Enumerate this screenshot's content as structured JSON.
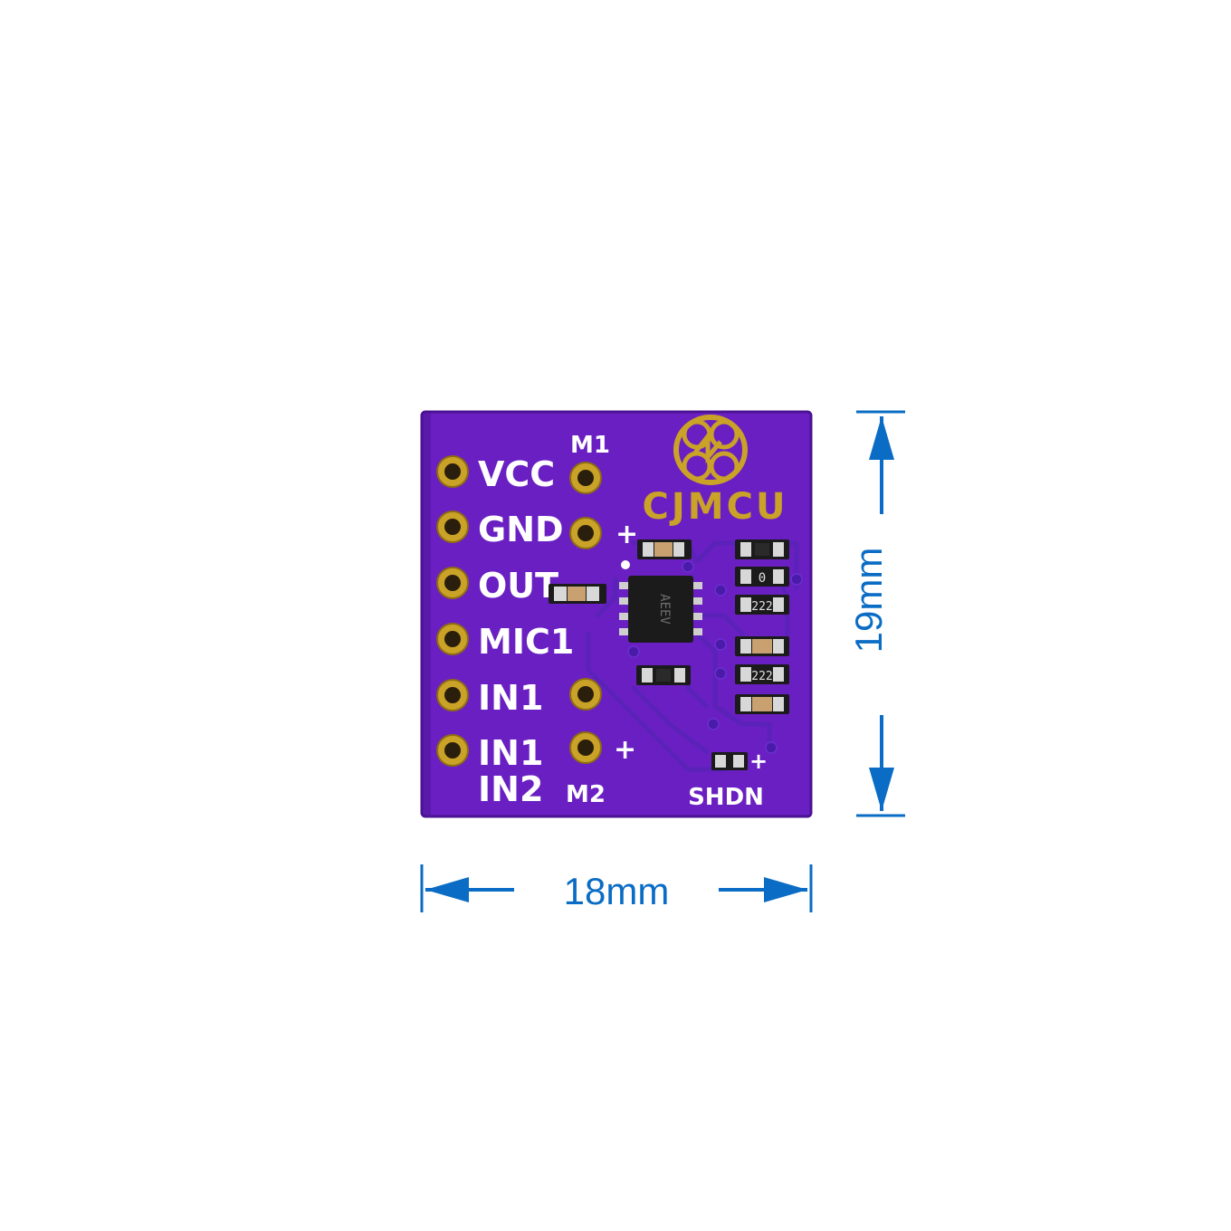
{
  "board": {
    "brand": "CJMCU",
    "left_labels": [
      "VCC",
      "GND",
      "OUT",
      "MIC1",
      "IN1",
      "IN1",
      "IN2"
    ],
    "m1_label": "M1",
    "m2_label": "M2",
    "shdn_label": "SHDN",
    "plus_sign": "+",
    "chip_marking": "AEEV",
    "resistor_codes": [
      "0",
      "222",
      "222"
    ],
    "colors": {
      "pcb": "#6a1fc2",
      "pad_gold": "#c9a227",
      "silkscreen": "#ffffff",
      "dimension": "#0a6cc4"
    }
  },
  "dimensions": {
    "width_label": "18mm",
    "height_label": "19mm"
  },
  "icons": [
    "cjmcu-logo-icon",
    "arrow-left-icon",
    "arrow-right-icon",
    "arrow-up-icon",
    "arrow-down-icon"
  ]
}
